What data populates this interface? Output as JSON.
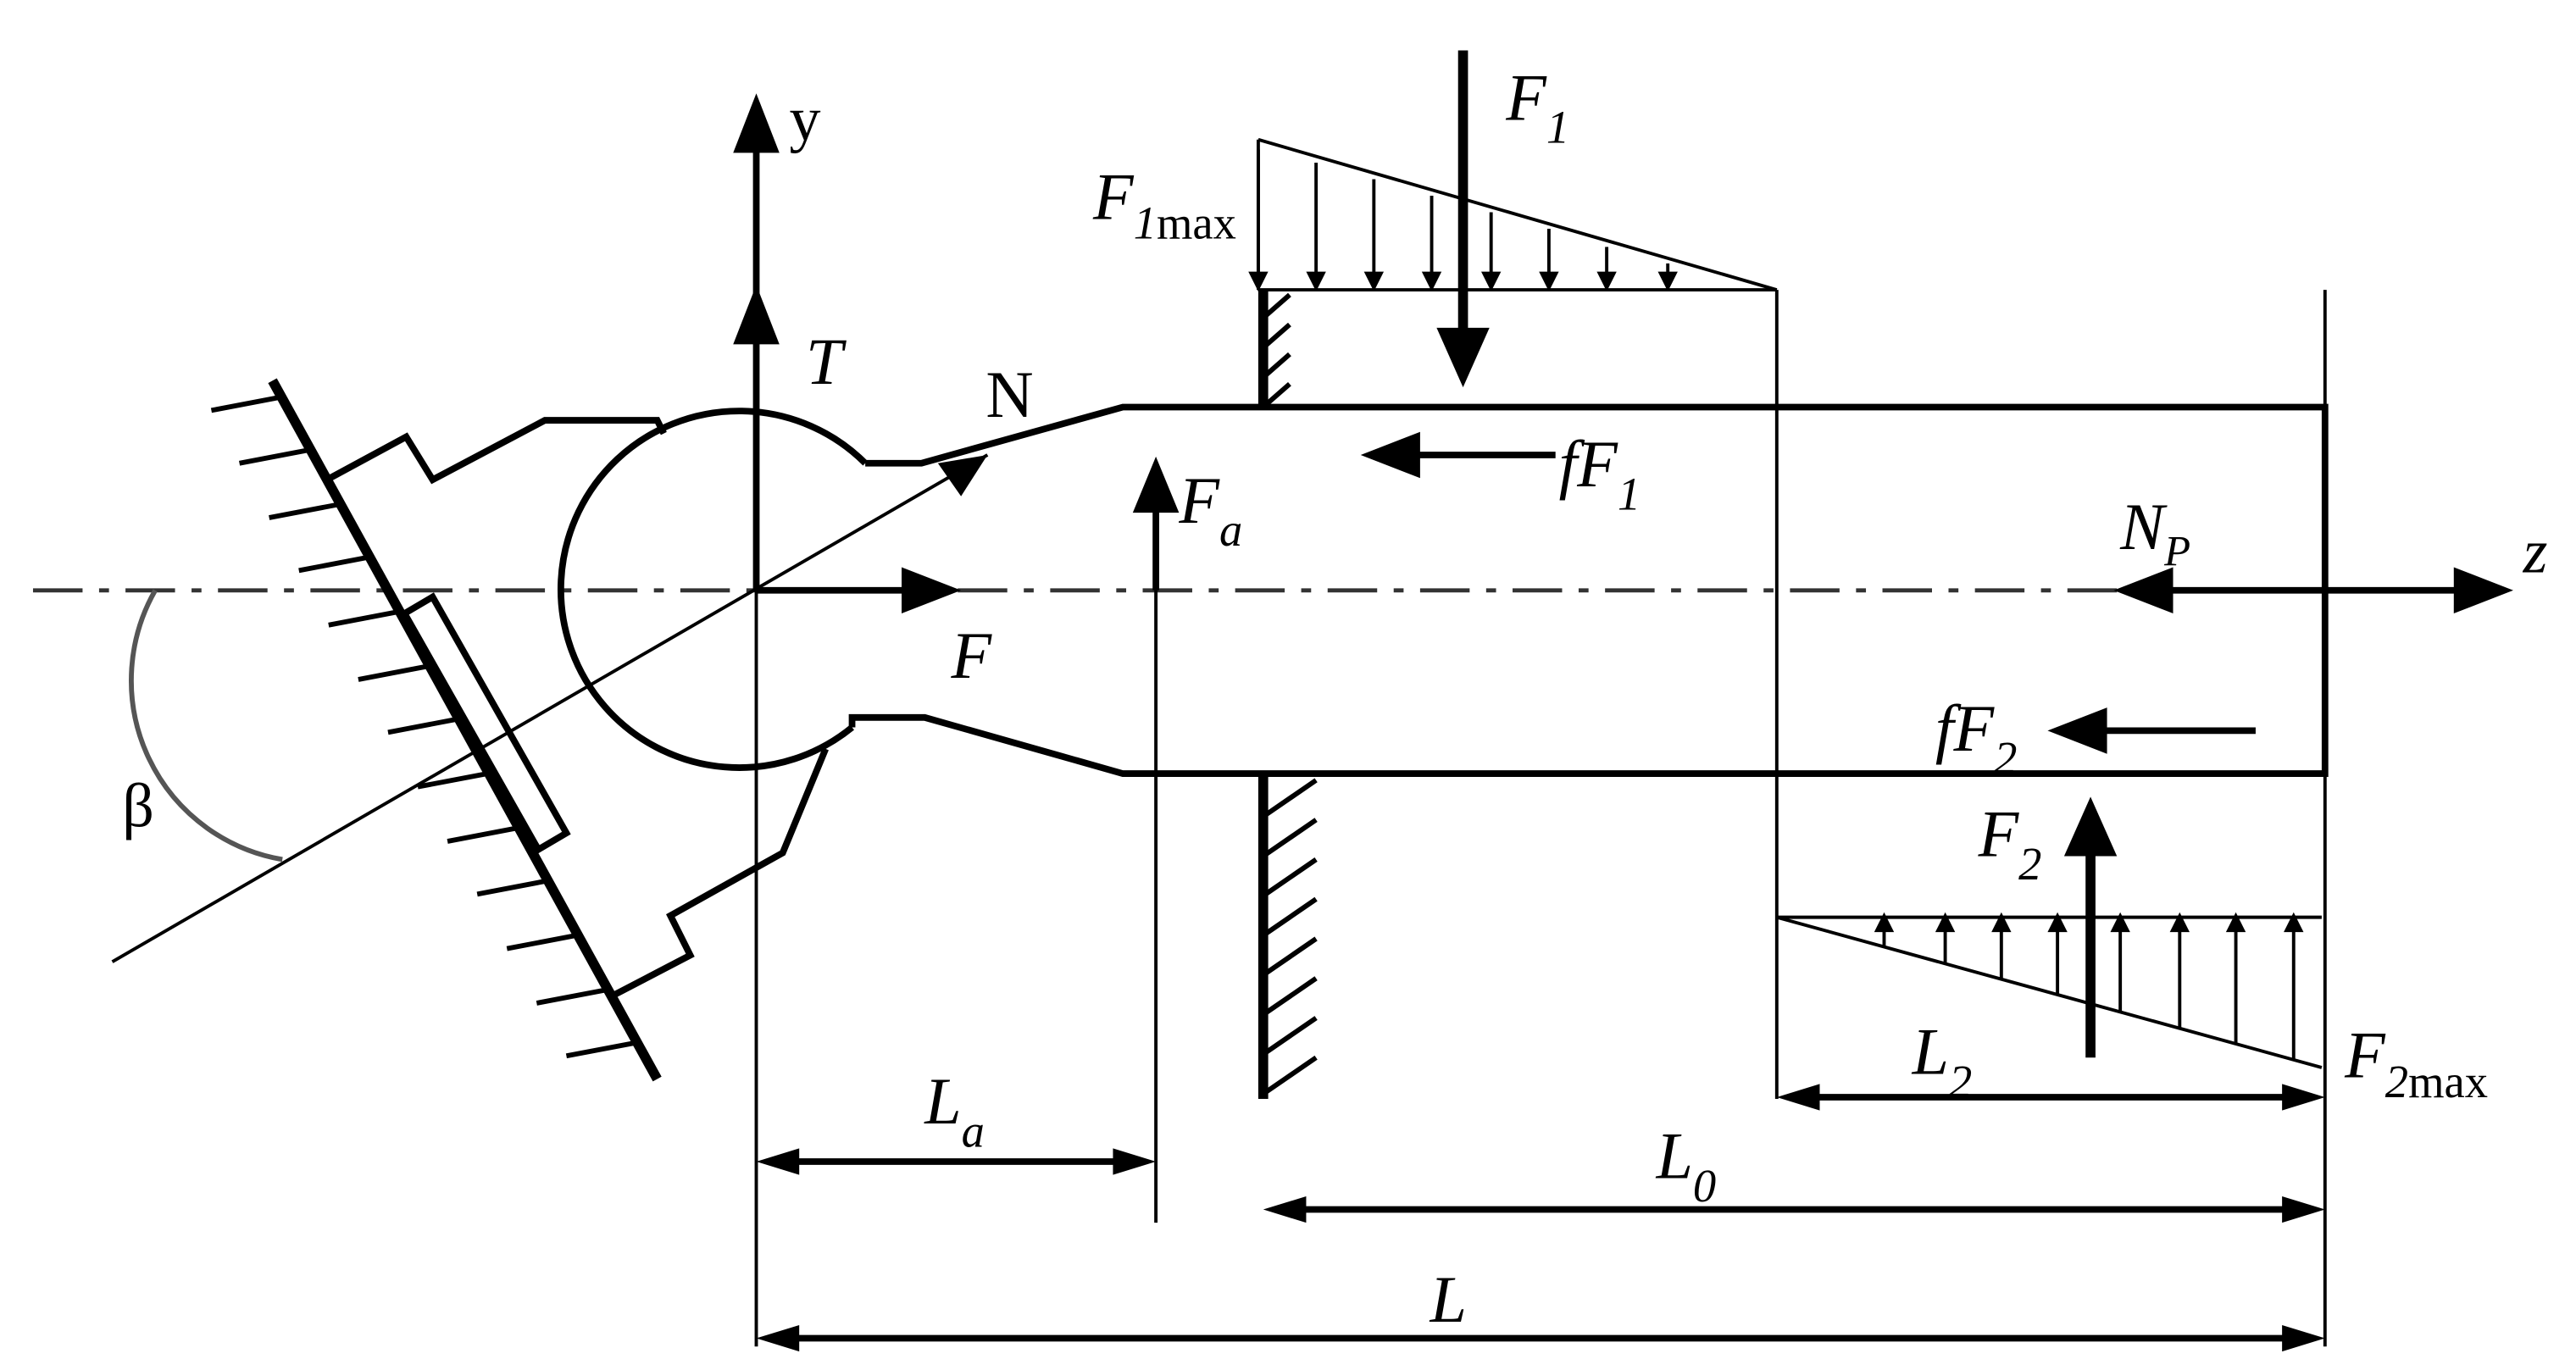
{
  "labels": {
    "y_axis": "y",
    "z_axis": "z",
    "T": "T",
    "N": "N",
    "F": "F",
    "Fa_main": "F",
    "Fa_sub": "a",
    "F1_main": "F",
    "F1_sub": "1",
    "F1max_main": "F",
    "F1max_sub1": "1",
    "F1max_sub2": "max",
    "fF1_main": "fF",
    "fF1_sub": "1",
    "NP_main": "N",
    "NP_sub": "P",
    "fF2_main": "fF",
    "fF2_sub": "2",
    "F2_main": "F",
    "F2_sub": "2",
    "F2max_main": "F",
    "F2max_sub1": "2",
    "F2max_sub2": "max",
    "beta": "β",
    "La_main": "L",
    "La_sub": "a",
    "L0_main": "L",
    "L0_sub": "0",
    "L2_main": "L",
    "L2_sub": "2",
    "L": "L"
  }
}
